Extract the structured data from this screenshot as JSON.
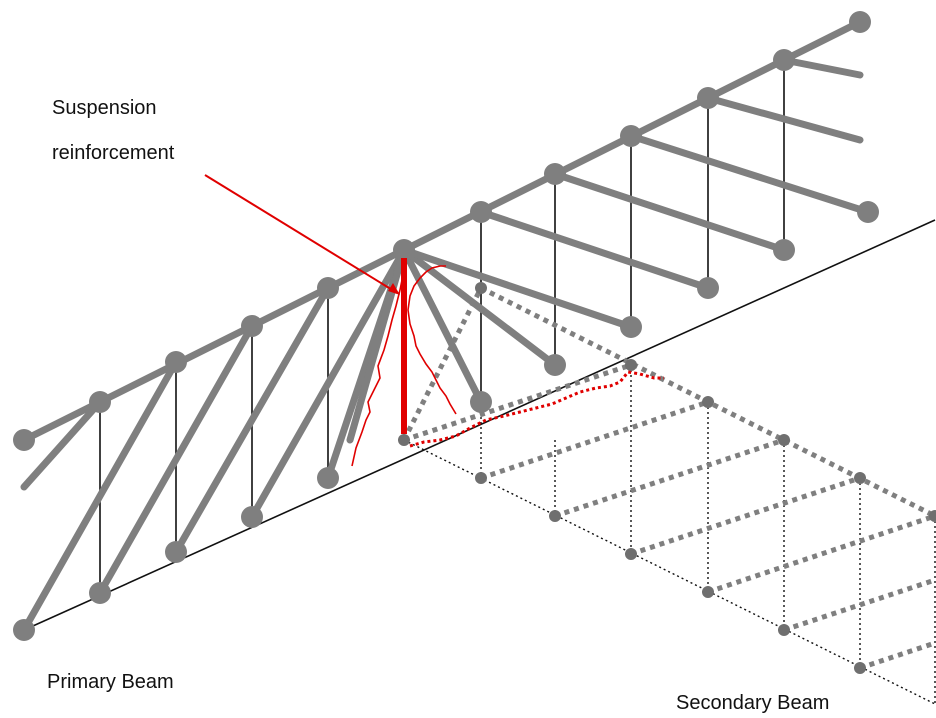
{
  "labels": {
    "suspension_line1": "Suspension",
    "suspension_line2": "reinforcement",
    "primary_beam": "Primary Beam",
    "secondary_beam": "Secondary Beam"
  },
  "colors": {
    "strut": "#7f7f7f",
    "tie": "#111111",
    "crack": "#e00000",
    "suspension": "#e00000",
    "background": "#ffffff"
  }
}
